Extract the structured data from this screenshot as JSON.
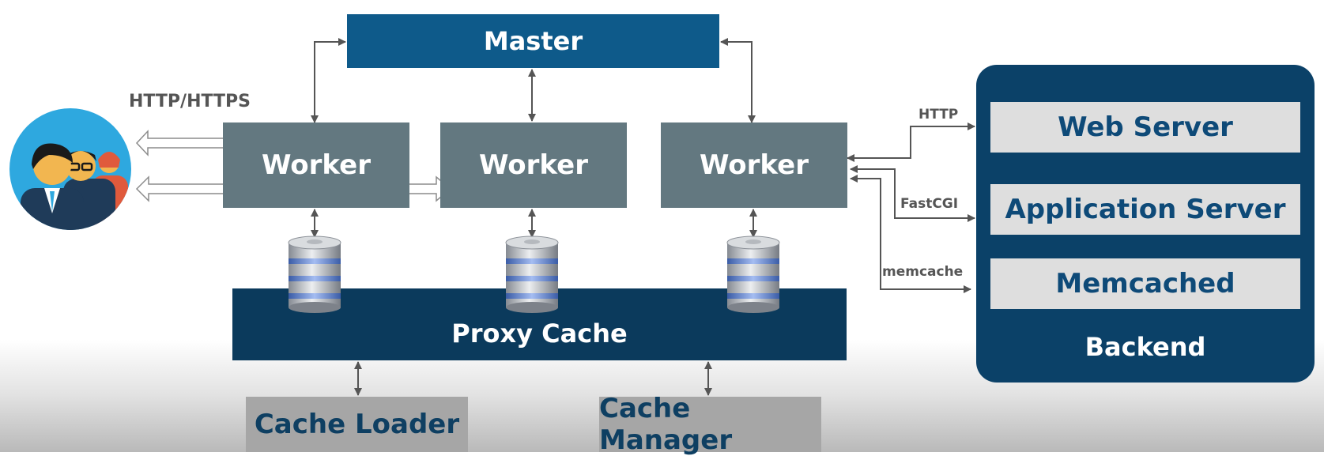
{
  "master": "Master",
  "workers": [
    "Worker",
    "Worker",
    "Worker"
  ],
  "proxy_cache": "Proxy Cache",
  "cache_loader": "Cache Loader",
  "cache_manager": "Cache Manager",
  "client": {
    "protocol_label": "HTTP/HTTPS",
    "icon": "users-icon"
  },
  "backend": {
    "title": "Backend",
    "items": [
      "Web Server",
      "Application Server",
      "Memcached"
    ]
  },
  "connections": {
    "http": "HTTP",
    "fastcgi": "FastCGI",
    "memcache": "memcache"
  },
  "colors": {
    "master": "#0e5a8a",
    "worker": "#637880",
    "proxy_cache": "#0b3a5c",
    "backend_panel": "#0b4168",
    "backend_item_text": "#0e4a78",
    "connector": "#555555"
  }
}
